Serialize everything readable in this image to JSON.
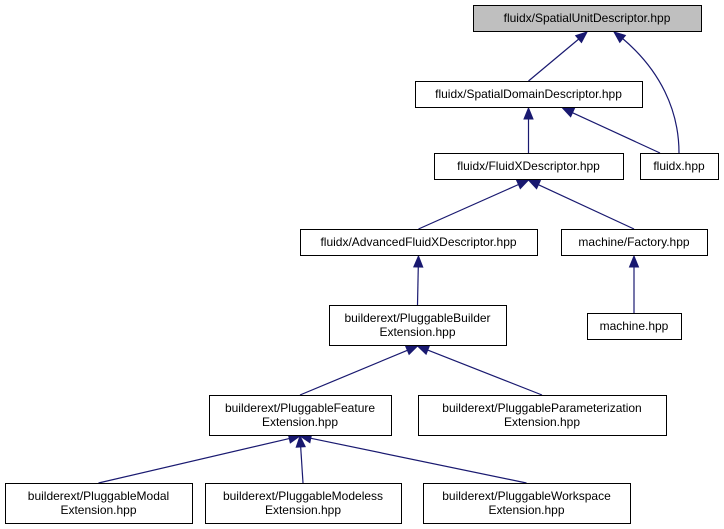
{
  "graph": {
    "nodes": [
      {
        "id": "spatial_unit",
        "lines": [
          "fluidx/SpatialUnitDescriptor.hpp"
        ],
        "highlight": true
      },
      {
        "id": "spatial_domain",
        "lines": [
          "fluidx/SpatialDomainDescriptor.hpp"
        ]
      },
      {
        "id": "fluidx_hpp",
        "lines": [
          "fluidx.hpp"
        ]
      },
      {
        "id": "fluidx_desc",
        "lines": [
          "fluidx/FluidXDescriptor.hpp"
        ]
      },
      {
        "id": "adv_fluidx",
        "lines": [
          "fluidx/AdvancedFluidXDescriptor.hpp"
        ]
      },
      {
        "id": "factory",
        "lines": [
          "machine/Factory.hpp"
        ]
      },
      {
        "id": "builder_ext",
        "lines": [
          "builderext/PluggableBuilder",
          "Extension.hpp"
        ]
      },
      {
        "id": "machine_hpp",
        "lines": [
          "machine.hpp"
        ]
      },
      {
        "id": "feature_ext",
        "lines": [
          "builderext/PluggableFeature",
          "Extension.hpp"
        ]
      },
      {
        "id": "param_ext",
        "lines": [
          "builderext/PluggableParameterization",
          "Extension.hpp"
        ]
      },
      {
        "id": "modal_ext",
        "lines": [
          "builderext/PluggableModal",
          "Extension.hpp"
        ]
      },
      {
        "id": "modeless_ext",
        "lines": [
          "builderext/PluggableModeless",
          "Extension.hpp"
        ]
      },
      {
        "id": "workspace_ext",
        "lines": [
          "builderext/PluggableWorkspace",
          "Extension.hpp"
        ]
      }
    ],
    "edges": [
      {
        "from": "spatial_domain",
        "to": "spatial_unit"
      },
      {
        "from": "fluidx_hpp",
        "to": "spatial_unit"
      },
      {
        "from": "fluidx_desc",
        "to": "spatial_domain"
      },
      {
        "from": "fluidx_hpp",
        "to": "spatial_domain"
      },
      {
        "from": "adv_fluidx",
        "to": "fluidx_desc"
      },
      {
        "from": "factory",
        "to": "fluidx_desc"
      },
      {
        "from": "builder_ext",
        "to": "adv_fluidx"
      },
      {
        "from": "machine_hpp",
        "to": "factory"
      },
      {
        "from": "feature_ext",
        "to": "builder_ext"
      },
      {
        "from": "param_ext",
        "to": "builder_ext"
      },
      {
        "from": "modal_ext",
        "to": "feature_ext"
      },
      {
        "from": "modeless_ext",
        "to": "feature_ext"
      },
      {
        "from": "workspace_ext",
        "to": "feature_ext"
      }
    ],
    "colors": {
      "edge": "#191970",
      "root_fill": "#bfbfbf",
      "node_fill": "#ffffff",
      "border": "#000000"
    }
  }
}
